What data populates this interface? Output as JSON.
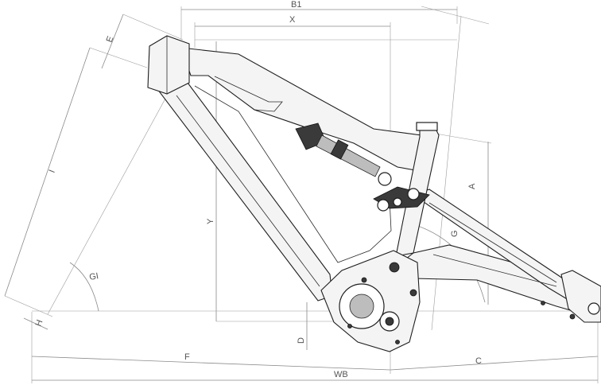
{
  "diagram": {
    "labels": {
      "B1": "B1",
      "X": "X",
      "E": "E",
      "I": "I",
      "Y": "Y",
      "A": "A",
      "G": "G",
      "GI": "GI",
      "H": "H",
      "D": "D",
      "F": "F",
      "C": "C",
      "WB": "WB"
    }
  }
}
